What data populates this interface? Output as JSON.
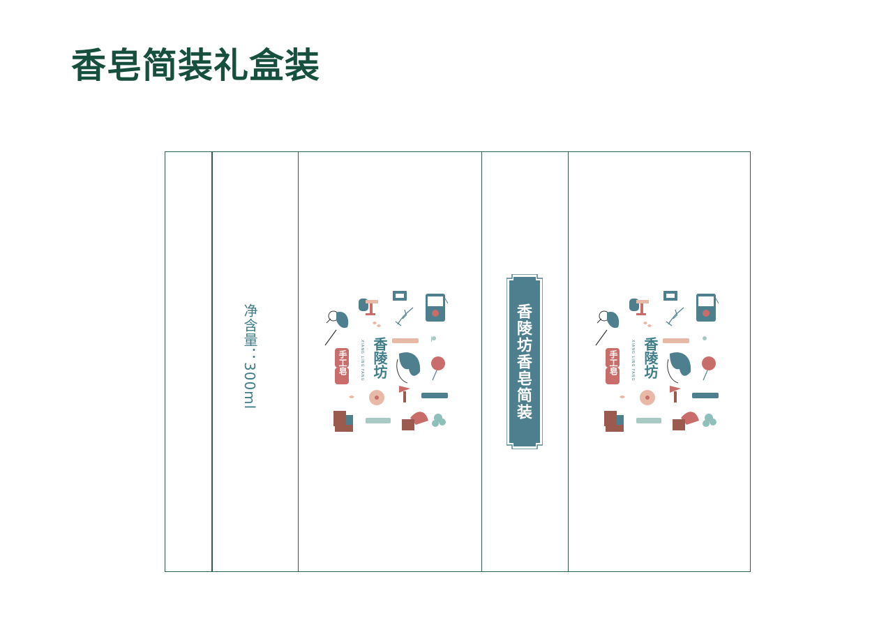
{
  "page": {
    "title": "香皂简装礼盒装"
  },
  "box": {
    "net_content": "净含量：300ml",
    "side_label": "香陵坊香皂简装",
    "brand": {
      "name": "香陵坊",
      "pinyin": "XIANG LING FANG",
      "stamp": "手工皂"
    }
  },
  "colors": {
    "title": "#174f3e",
    "dieline": "#2c5e4f",
    "teal": "#4e7f8e",
    "accent_teal": "#3e7d88",
    "pink": "#c86d6a",
    "peach": "#e9b9a8",
    "brown": "#9a5a4e"
  }
}
